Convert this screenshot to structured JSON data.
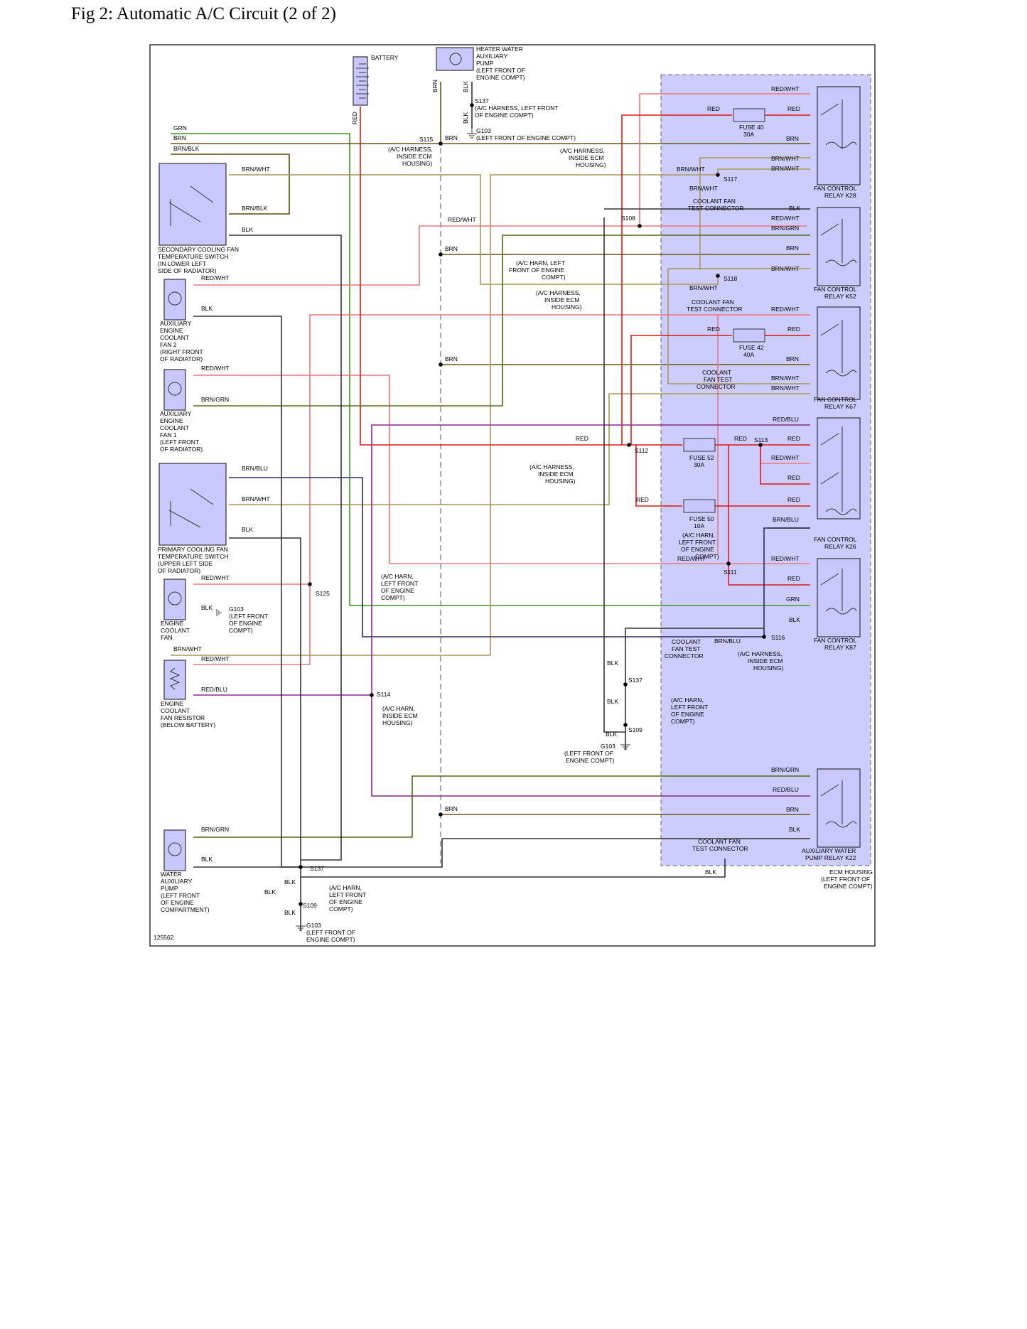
{
  "page": {
    "title": "Fig 2: Automatic A/C Circuit (2 of 2)",
    "figure_number": "125562"
  },
  "colors": {
    "ecm_fill": "#ccccff",
    "component_fill": "#c8c8ff",
    "GRN": "#3e9a1a",
    "BRN": "#6b5510",
    "BRN_BLK": "#5a4a10",
    "BRN_WHT": "#a89858",
    "BLK": "#333333",
    "RED": "#dd1a1a",
    "RED_WHT": "#e87878",
    "RED_BLU": "#8a2a8a",
    "BRN_GRN": "#4e6a14",
    "BRN_BLU": "#2b2b66"
  },
  "components": {
    "battery": "BATTERY",
    "heater_pump": [
      "HEATER WATER",
      "AUXILIARY",
      "PUMP",
      "(LEFT FRONT OF",
      "ENGINE COMPT)"
    ],
    "secondary_switch": [
      "SECONDARY COOLING FAN",
      "TEMPERATURE SWITCH",
      "(IN LOWER LEFT",
      "SIDE OF RADIATOR)"
    ],
    "aux_fan2": [
      "AUXILIARY",
      "ENGINE",
      "COOLANT",
      "FAN 2",
      "(RIGHT FRONT",
      "OF RADIATOR)"
    ],
    "aux_fan1": [
      "AUXILIARY",
      "ENGINE",
      "COOLANT",
      "FAN 1",
      "(LEFT FRONT",
      "OF RADIATOR)"
    ],
    "primary_switch": [
      "PRIMARY COOLING FAN",
      "TEMPERATURE SWITCH",
      "(UPPER LEFT SIDE",
      "OF RADIATOR)"
    ],
    "engine_fan": [
      "ENGINE",
      "COOLANT",
      "FAN"
    ],
    "fan_resistor": [
      "ENGINE",
      "COOLANT",
      "FAN RESISTOR",
      "(BELOW BATTERY)"
    ],
    "water_pump": [
      "WATER",
      "AUXILIARY",
      "PUMP",
      "(LEFT FRONT",
      "OF ENGINE",
      "COMPARTMENT)"
    ],
    "relay_k28": [
      "FAN CONTROL",
      "RELAY K28"
    ],
    "relay_k52": [
      "FAN CONTROL",
      "RELAY K52"
    ],
    "relay_k67": [
      "FAN CONTROL",
      "RELAY K67"
    ],
    "relay_k26": [
      "FAN CONTROL",
      "RELAY K26"
    ],
    "relay_k87": [
      "FAN CONTROL",
      "RELAY K87"
    ],
    "relay_k22": [
      "AUXILIARY WATER",
      "PUMP RELAY K22"
    ],
    "ecm_housing": [
      "ECM HOUSING",
      "(LEFT FRONT OF",
      "ENGINE COMPT)"
    ],
    "fuse40": [
      "FUSE 40",
      "30A"
    ],
    "fuse42": [
      "FUSE 42",
      "40A"
    ],
    "fuse52": [
      "FUSE 52",
      "30A"
    ],
    "fuse50": [
      "FUSE 50",
      "10A"
    ]
  },
  "splices": {
    "s115": "S115",
    "s137a": "S137",
    "s117": "S117",
    "s108": "S108",
    "s118": "S118",
    "s112": "S112",
    "s113": "S113",
    "s111": "S111",
    "s125": "S125",
    "s116": "S116",
    "s114": "S114",
    "s137b": "S137",
    "s109a": "S109",
    "s137c": "S137",
    "s109b": "S109"
  },
  "grounds": {
    "g103_top": [
      "G103",
      "(LEFT FRONT OF ENGINE COMPT)"
    ],
    "g103_fan": [
      "G103",
      "(LEFT FRONT",
      "OF ENGINE",
      "COMPT)"
    ],
    "g103_mid": [
      "G103",
      "(LEFT FRONT OF",
      "ENGINE COMPT)"
    ],
    "g103_bot": [
      "G103",
      "(LEFT FRONT OF",
      "ENGINE COMPT)"
    ]
  },
  "notes": {
    "s137_harness": [
      "(A/C HARNESS, LEFT FRONT",
      "OF ENGINE COMPT)"
    ],
    "s115_harness": [
      "(A/C HARNESS,",
      "INSIDE ECM",
      "HOUSING)"
    ],
    "s117_harness": [
      "(A/C HARNESS,",
      "INSIDE ECM",
      "HOUSING)"
    ],
    "s108_harness": [
      "(A/C HARN, LEFT",
      "FRONT OF ENGINE",
      "COMPT)"
    ],
    "s118_harness": [
      "(A/C HARNESS,",
      "INSIDE ECM",
      "HOUSING)"
    ],
    "s112_harness": [
      "(A/C HARNESS,",
      "INSIDE ECM",
      "HOUSING)"
    ],
    "s111_harness": [
      "(A/C HARN,",
      "LEFT FRONT",
      "OF ENGINE",
      "COMPT)"
    ],
    "s125_harness": [
      "(A/C HARN,",
      "LEFT FRONT",
      "OF ENGINE",
      "COMPT)"
    ],
    "s116_harness": [
      "(A/C HARNESS,",
      "INSIDE ECM",
      "HOUSING)"
    ],
    "s114_harness": [
      "(A/C HARN,",
      "INSIDE ECM",
      "HOUSING)"
    ],
    "s137_mid_harness": [
      "(A/C HARN,",
      "LEFT FRONT",
      "OF ENGINE",
      "COMPT)"
    ],
    "s137_bot_harness": [
      "(A/C HARN,",
      "LEFT FRONT",
      "OF ENGINE",
      "COMPT)"
    ],
    "test_conn_2": [
      "COOLANT FAN",
      "TEST CONNECTOR"
    ],
    "test_conn_5": [
      "COOLANT FAN",
      "TEST CONNECTOR"
    ],
    "test_conn_4": [
      "COOLANT",
      "FAN TEST",
      "CONNECTOR"
    ],
    "test_conn_1": [
      "COOLANT",
      "FAN TEST",
      "CONNECTOR"
    ],
    "test_conn_6": [
      "COOLANT FAN",
      "TEST CONNECTOR"
    ]
  },
  "wire_labels": {
    "GRN": "GRN",
    "BRN": "BRN",
    "BRN_BLK": "BRN/BLK",
    "BRN_WHT": "BRN/WHT",
    "BLK": "BLK",
    "RED": "RED",
    "RED_WHT": "RED/WHT",
    "RED_BLU": "RED/BLU",
    "BRN_GRN": "BRN/GRN",
    "BRN_BLU": "BRN/BLU"
  }
}
